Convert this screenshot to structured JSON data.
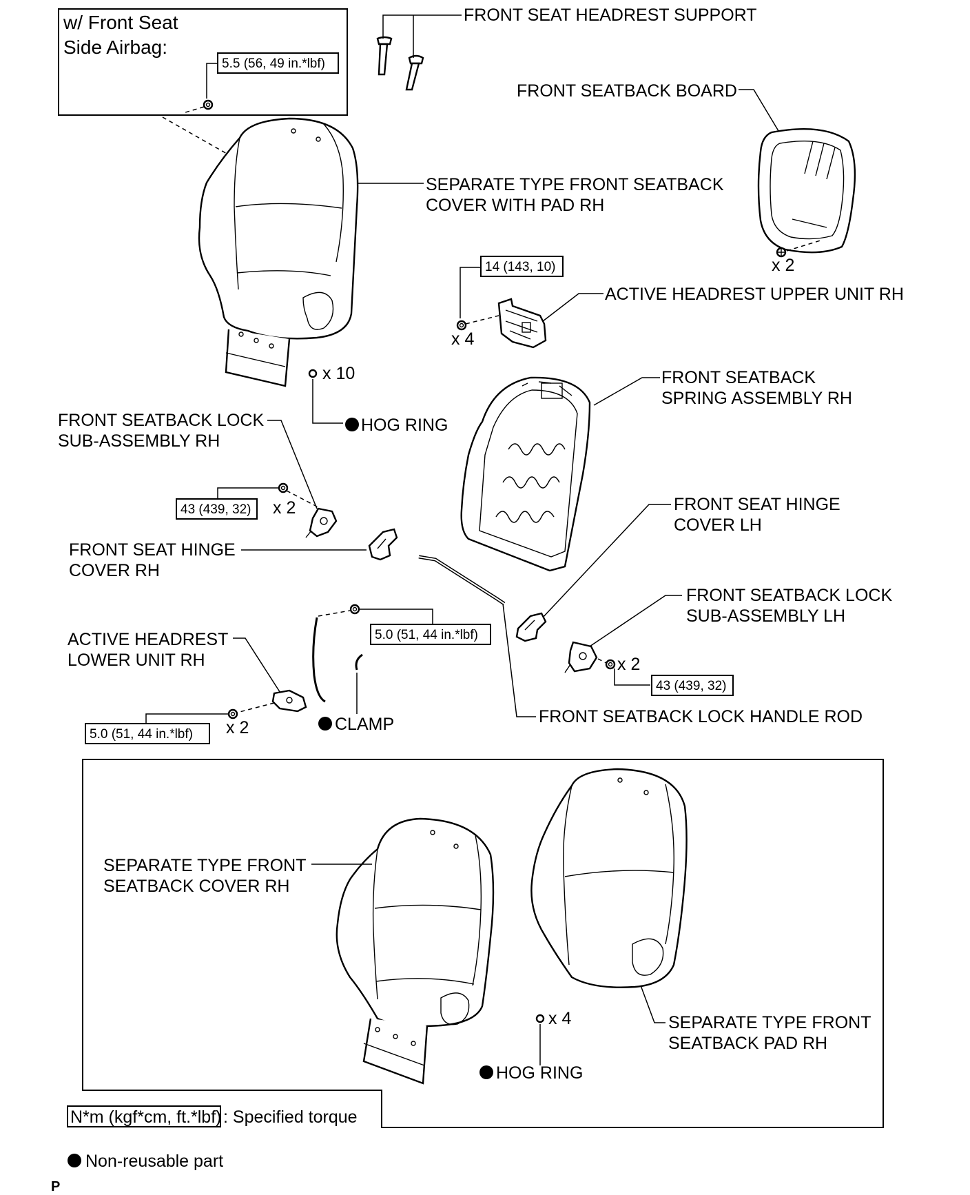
{
  "inset": {
    "title_line1": "w/ Front Seat",
    "title_line2": "Side Airbag:",
    "torque": "5.5 (56, 49 in.*lbf)"
  },
  "labels": {
    "headrest_support": "FRONT SEAT HEADREST SUPPORT",
    "seatback_board": "FRONT SEATBACK BOARD",
    "cover_with_pad_1": "SEPARATE TYPE FRONT SEATBACK",
    "cover_with_pad_2": "COVER WITH PAD RH",
    "upper_unit": "ACTIVE HEADREST UPPER UNIT RH",
    "spring_assembly_1": "FRONT SEATBACK",
    "spring_assembly_2": "SPRING ASSEMBLY RH",
    "lock_rh_1": "FRONT SEATBACK LOCK",
    "lock_rh_2": "SUB-ASSEMBLY RH",
    "hinge_lh_1": "FRONT SEAT HINGE",
    "hinge_lh_2": "COVER LH",
    "hinge_rh_1": "FRONT SEAT HINGE",
    "hinge_rh_2": "COVER RH",
    "lock_lh_1": "FRONT SEATBACK LOCK",
    "lock_lh_2": "SUB-ASSEMBLY LH",
    "lower_unit_1": "ACTIVE HEADREST",
    "lower_unit_2": "LOWER UNIT RH",
    "clamp": "CLAMP",
    "handle_rod": "FRONT SEATBACK LOCK HANDLE ROD",
    "hog_ring": "HOG RING",
    "hog_ring_2": "HOG RING",
    "cover_rh_1": "SEPARATE TYPE FRONT",
    "cover_rh_2": "SEATBACK COVER RH",
    "pad_rh_1": "SEPARATE TYPE FRONT",
    "pad_rh_2": "SEATBACK PAD RH"
  },
  "quantities": {
    "board_clips": "x 2",
    "upper_unit_nuts": "x 4",
    "hog_rings": "x 10",
    "lock_rh_bolts": "x 2",
    "lock_lh_bolts": "x 2",
    "lower_unit_nuts": "x 2",
    "hog_rings_2": "x 4"
  },
  "torques": {
    "upper_unit": "14 (143, 10)",
    "lock_rh": "43 (439, 32)",
    "lock_lh": "43 (439, 32)",
    "lower_unit_top": "5.0 (51, 44 in.*lbf)",
    "lower_unit_bottom": "5.0 (51, 44 in.*lbf)"
  },
  "legend": {
    "torque_box": "N*m (kgf*cm, ft.*lbf)",
    "torque_text": ": Specified torque",
    "nonreusable_text": "Non-reusable part"
  },
  "footer": {
    "code": "P"
  }
}
